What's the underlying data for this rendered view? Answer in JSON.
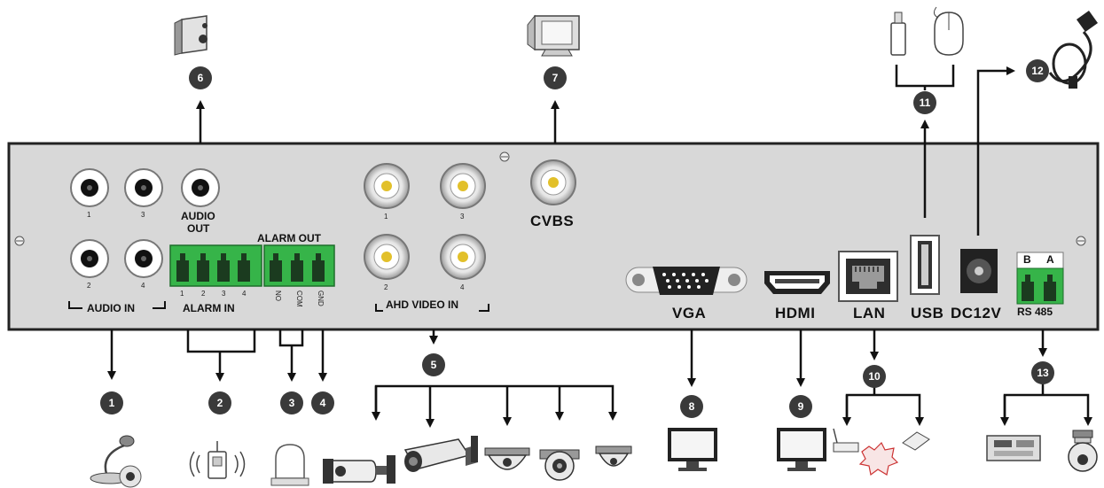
{
  "panel": {
    "audio_in_numbers": [
      "1",
      "3",
      "2",
      "4"
    ],
    "audio_out_label_line1": "AUDIO",
    "audio_out_label_line2": "OUT",
    "audio_in_label": "AUDIO IN",
    "alarm_out_label": "ALARM OUT",
    "alarm_in_label": "ALARM IN",
    "alarm_in_pins": [
      "1",
      "2",
      "3",
      "4"
    ],
    "alarm_out_pins": [
      "NO",
      "COM",
      "GND"
    ],
    "video_in_numbers": [
      "1",
      "3",
      "2",
      "4"
    ],
    "ahd_video_in_label": "AHD VIDEO IN",
    "cvbs_label": "CVBS",
    "vga_label": "VGA",
    "hdmi_label": "HDMI",
    "lan_label": "LAN",
    "usb_label": "USB",
    "dc_label": "DC12V",
    "rs485_label": "RS 485",
    "rs485_pins": [
      "B",
      "A"
    ]
  },
  "callouts": [
    "1",
    "2",
    "3",
    "4",
    "5",
    "6",
    "7",
    "8",
    "9",
    "10",
    "11",
    "12",
    "13"
  ],
  "devices": {
    "microphone": "microphone-icon",
    "alarm_sensor": "alarm-sensor-icon",
    "alarm_siren": "siren-icon",
    "cameras": [
      "bullet-camera-icon",
      "bullet-camera-large-icon",
      "dome-camera-icon",
      "turret-camera-icon",
      "vandal-dome-icon"
    ],
    "speaker": "speaker-icon",
    "cvbs_monitor": "crt-monitor-icon",
    "vga_monitor": "lcd-monitor-icon",
    "hdmi_monitor": "lcd-monitor-icon",
    "network": [
      "router-icon",
      "internet-icon",
      "computer-icon"
    ],
    "usb_devices": [
      "usb-stick-icon",
      "mouse-icon"
    ],
    "power_adapter": "power-adapter-icon",
    "rs485_devices": [
      "keyboard-controller-icon",
      "ptz-camera-icon"
    ]
  },
  "colors": {
    "panel_fill": "#d8d8d8",
    "terminal_green": "#36b449",
    "bnc_center": "#e2c02a",
    "badge_fill": "#3a3a3a"
  }
}
